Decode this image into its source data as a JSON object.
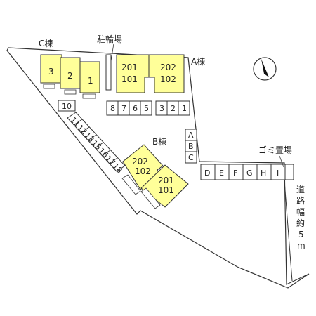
{
  "map": {
    "building_c_label": "C棟",
    "building_a_label": "A棟",
    "building_b_label": "B棟",
    "bicycle_parking_label": "駐輪場",
    "garbage_label": "ゴミ置場",
    "road_label_chars": [
      "道",
      "路",
      "幅",
      "約",
      "5",
      "m"
    ],
    "compass_icon": "north-arrow-icon",
    "colors": {
      "building": "#ffff99",
      "outline": "#333333",
      "background": "#ffffff"
    },
    "building_c_units": [
      "3",
      "2",
      "1"
    ],
    "building_a_units": [
      {
        "upper": "201",
        "lower": "101"
      },
      {
        "upper": "202",
        "lower": "102"
      }
    ],
    "building_b_units": [
      {
        "upper": "202",
        "lower": "102"
      },
      {
        "upper": "201",
        "lower": "101"
      }
    ],
    "parking_top": [
      "8",
      "7",
      "6",
      "5",
      "3",
      "2",
      "1"
    ],
    "parking_c_row": [
      "10"
    ],
    "parking_diagonal": [
      "11",
      "12",
      "13",
      "15",
      "16",
      "17",
      "18"
    ],
    "parking_abc": [
      "A",
      "B",
      "C"
    ],
    "parking_row": [
      "D",
      "E",
      "F",
      "G",
      "H",
      "I"
    ]
  }
}
